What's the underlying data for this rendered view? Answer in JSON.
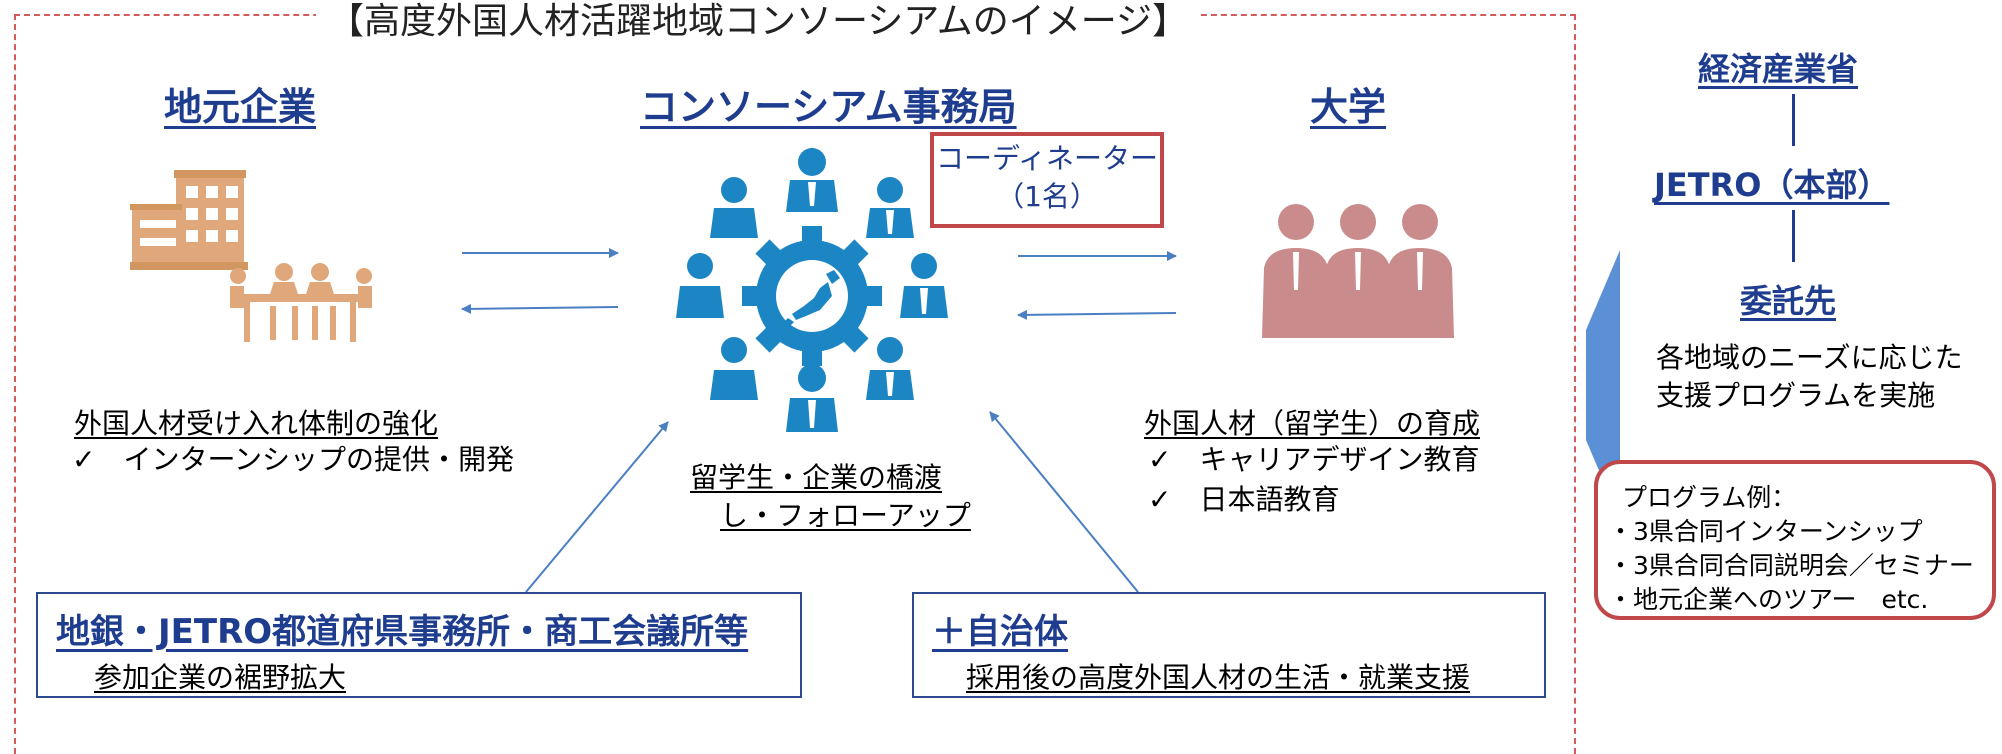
{
  "title": "【高度外国人材活躍地域コンソーシアムのイメージ】",
  "local_company": {
    "heading": "地元企業",
    "sub": "外国人材受け入れ体制の強化",
    "items": [
      "✓　インターンシップの提供・開発"
    ]
  },
  "consortium": {
    "heading": "コンソーシアム事務局",
    "coordinator": [
      "コーディネーター",
      "（1名）"
    ],
    "bridge": [
      "留学生・企業の橋渡",
      "し・フォローアップ"
    ]
  },
  "university": {
    "heading": "大学",
    "sub": "外国人材（留学生）の育成",
    "items": [
      "✓　キャリアデザイン教育",
      "✓　日本語教育"
    ]
  },
  "bank_box": {
    "title": "地銀・JETRO都道府県事務所・商工会議所等",
    "desc": "参加企業の裾野拡大"
  },
  "municipality_box": {
    "title": "＋自治体",
    "desc": "採用後の高度外国人材の生活・就業支援"
  },
  "side": {
    "meti": "経済産業省",
    "jetro": "JETRO（本部）",
    "contractor": "委託先",
    "support": [
      "各地域のニーズに応じた",
      "支援プログラムを実施"
    ],
    "program_title": "プログラム例：",
    "programs": [
      "・3県合同インターンシップ",
      "・3県合同合同説明会／セミナー",
      "・地元企業へのツアー　etc."
    ]
  },
  "colors": {
    "heading_blue": "#1f3d8f",
    "factory_orange": "#e0a87a",
    "network_blue": "#1c86c4",
    "people_pink": "#c98b8b",
    "red_border": "#c0474a",
    "arrow_blue": "#4a7fc1"
  },
  "icons": [
    "factory-icon",
    "meeting-icon",
    "network-gear-icon",
    "japan-map-icon",
    "students-icon"
  ]
}
